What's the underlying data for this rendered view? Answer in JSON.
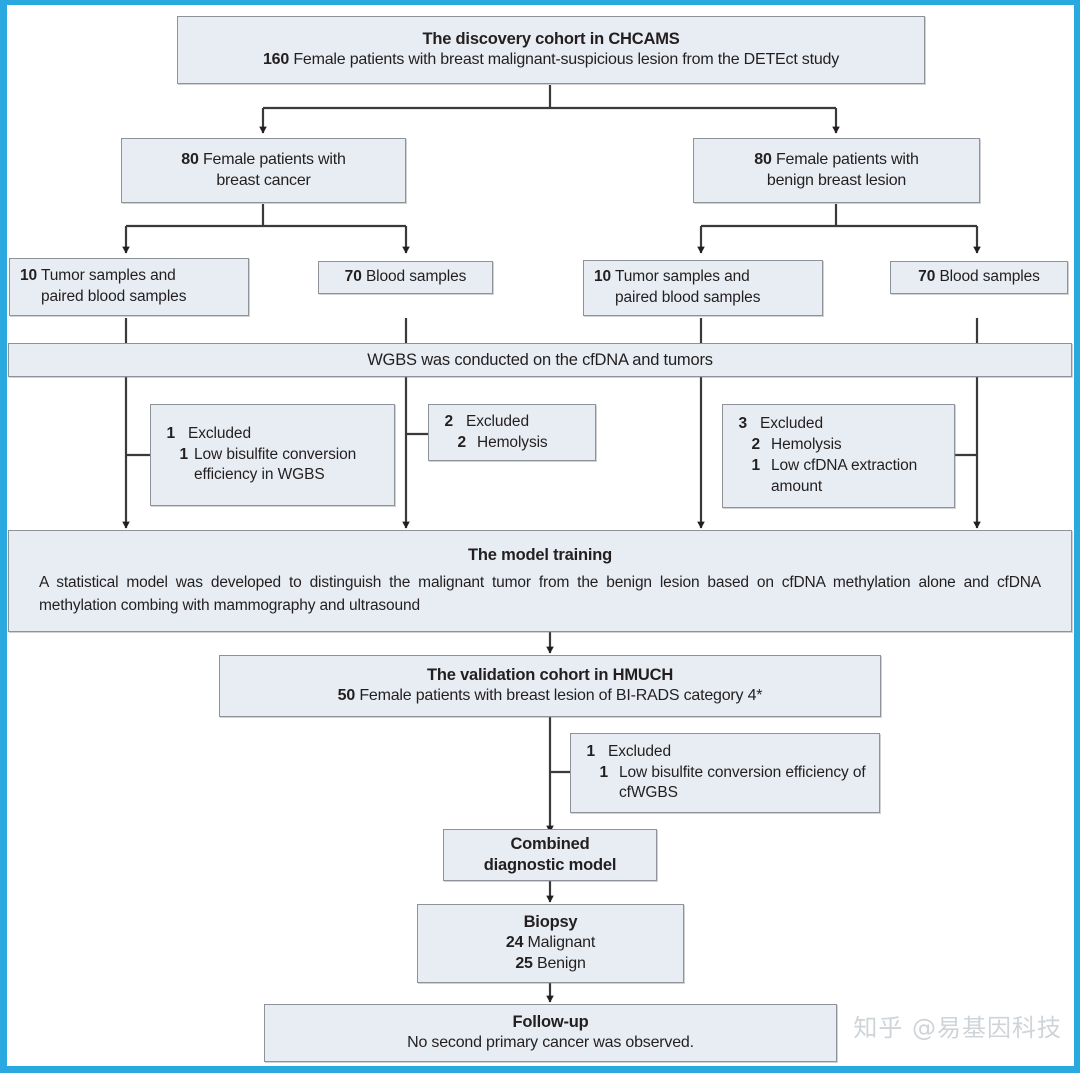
{
  "figure": {
    "type": "flowchart",
    "accent_color": "#29a9e0",
    "box_fill": "#e7edf2",
    "box_border": "#8e9399",
    "text_color": "#231f20"
  },
  "nodes": {
    "discovery": {
      "title": "The discovery cohort in CHCAMS",
      "count": "160",
      "detail": "Female patients with breast malignant-suspicious lesion from the DETEct study"
    },
    "cancer_arm": {
      "count": "80",
      "line1": "Female patients with",
      "line2": "breast cancer"
    },
    "benign_arm": {
      "count": "80",
      "line1": "Female patients with",
      "line2": "benign breast lesion"
    },
    "cancer_tumor": {
      "count": "10",
      "line1": "Tumor samples and",
      "line2": "paired blood samples"
    },
    "cancer_blood": {
      "count": "70",
      "line1": "Blood samples"
    },
    "benign_tumor": {
      "count": "10",
      "line1": "Tumor samples and",
      "line2": "paired blood samples"
    },
    "benign_blood": {
      "count": "70",
      "line1": "Blood samples"
    },
    "wgbs_band": {
      "text": "WGBS was conducted on the cfDNA and tumors"
    },
    "excluded_1": {
      "header_num": "1",
      "header_label": "Excluded",
      "items": [
        {
          "num": "1",
          "text": "Low bisulfite conversion efficiency in WGBS"
        }
      ]
    },
    "excluded_2": {
      "header_num": "2",
      "header_label": "Excluded",
      "items": [
        {
          "num": "2",
          "text": "Hemolysis"
        }
      ]
    },
    "excluded_3": {
      "header_num": "3",
      "header_label": "Excluded",
      "items": [
        {
          "num": "2",
          "text": "Hemolysis"
        },
        {
          "num": "1",
          "text": "Low cfDNA extraction amount"
        }
      ]
    },
    "model_training": {
      "title": "The model training",
      "body": "A statistical model was developed to distinguish the malignant tumor from the benign lesion based on cfDNA methylation alone and cfDNA methylation combing with mammography and ultrasound"
    },
    "validation": {
      "title": "The validation cohort in HMUCH",
      "count": "50",
      "detail": "Female patients with breast lesion of BI-RADS category 4*"
    },
    "excluded_4": {
      "header_num": "1",
      "header_label": "Excluded",
      "items": [
        {
          "num": "1",
          "text": "Low bisulfite conversion efficiency of cfWGBS"
        }
      ]
    },
    "combined_model": {
      "line1": "Combined",
      "line2": "diagnostic model"
    },
    "biopsy": {
      "title": "Biopsy",
      "rows": [
        {
          "num": "24",
          "label": "Malignant"
        },
        {
          "num": "25",
          "label": "Benign"
        }
      ]
    },
    "followup": {
      "title": "Follow-up",
      "detail": "No second primary cancer was observed."
    }
  },
  "watermark": {
    "text": "知乎 @易基因科技"
  }
}
